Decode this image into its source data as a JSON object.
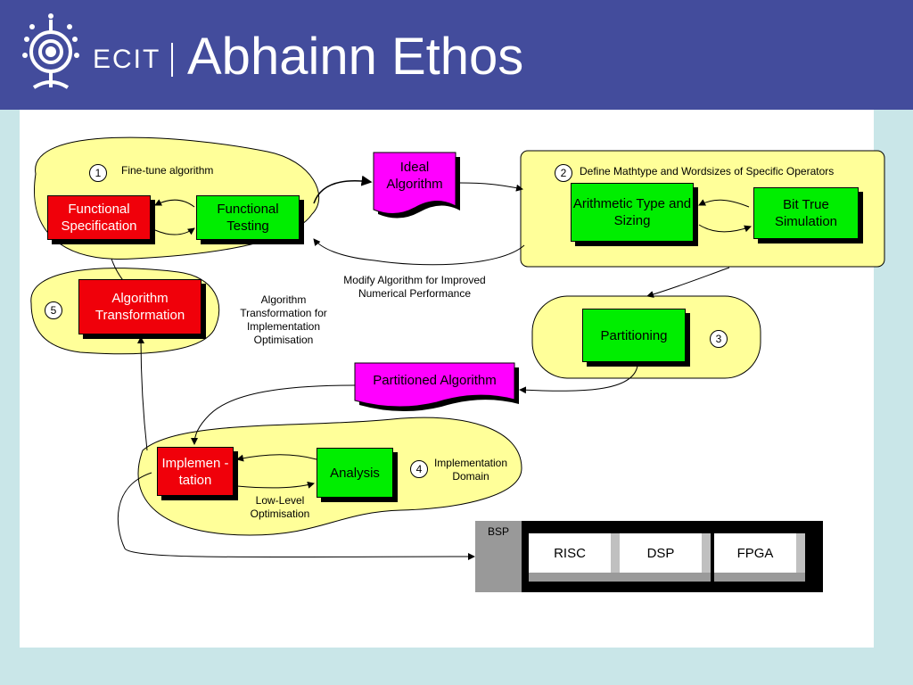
{
  "header": {
    "logo_text": "ECIT",
    "title": "Abhainn Ethos"
  },
  "steps": {
    "s1": {
      "number": "1",
      "label": "Fine-tune algorithm"
    },
    "s2": {
      "number": "2",
      "label": "Define Mathtype and Wordsizes of Specific Operators"
    },
    "s3": {
      "number": "3"
    },
    "s4": {
      "number": "4",
      "label": "Implementation Domain"
    },
    "s5": {
      "number": "5",
      "label": "Algorithm Transformation for Implementation Optimisation"
    }
  },
  "boxes": {
    "functional_specification": "Functional Specification",
    "functional_testing": "Functional Testing",
    "ideal_algorithm": "Ideal Algorithm",
    "arithmetic_type": "Arithmetic Type and Sizing",
    "bit_true": "Bit True Simulation",
    "partitioning": "Partitioning",
    "partitioned_algorithm": "Partitioned Algorithm",
    "algorithm_transformation": "Algorithm Transformation",
    "implementation": "Implemen -tation",
    "analysis": "Analysis"
  },
  "labels": {
    "modify": "Modify Algorithm for Improved Numerical Performance",
    "low_level": "Low-Level Optimisation"
  },
  "platform": {
    "bsp": "BSP",
    "targets": [
      "RISC",
      "DSP",
      "FPGA"
    ]
  },
  "colors": {
    "header": "#434c9c",
    "background": "#c9e6e8",
    "blob": "#ffff99",
    "red_box": "#f0000a",
    "green_box": "#00ee00",
    "document": "#ff00ff"
  }
}
